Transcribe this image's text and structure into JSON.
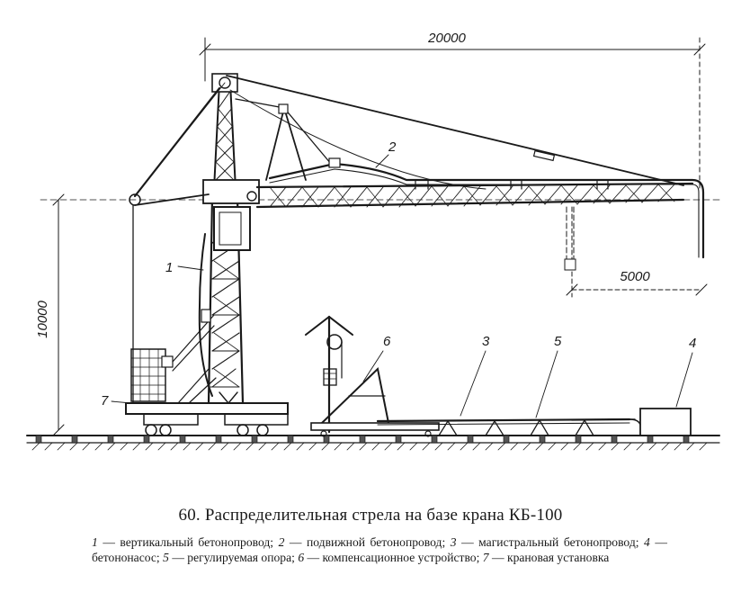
{
  "dimensions": {
    "reach": "20000",
    "height": "10000",
    "offset": "5000"
  },
  "callouts": [
    "1",
    "2",
    "3",
    "4",
    "5",
    "6",
    "7"
  ],
  "caption": {
    "number": "60.",
    "title": "Распределительная стрела на базе крана КБ-100"
  },
  "legend": [
    {
      "num": "1",
      "text": "— вертикальный бетонопровод;"
    },
    {
      "num": "2",
      "text": "— подвижной бетонопровод;"
    },
    {
      "num": "3",
      "text": "— магистральный бетонопровод;"
    },
    {
      "num": "4",
      "text": "— бетононасос;"
    },
    {
      "num": "5",
      "text": "— регулируемая опора;"
    },
    {
      "num": "6",
      "text": "— компенсационное устройство;"
    },
    {
      "num": "7",
      "text": "— крановая установка"
    }
  ]
}
